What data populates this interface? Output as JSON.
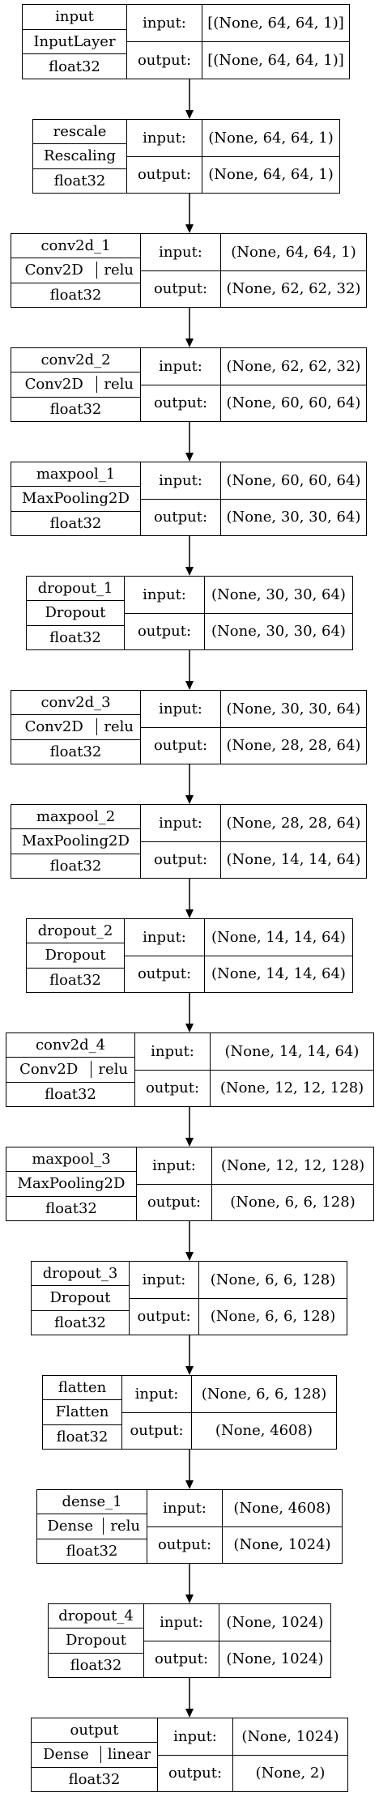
{
  "labels": {
    "input": "input:",
    "output": "output:"
  },
  "layers": [
    {
      "name": "input",
      "cls": "InputLayer",
      "act": "",
      "dtype": "float32",
      "in": "[(None, 64, 64, 1)]",
      "out": "[(None, 64, 64, 1)]"
    },
    {
      "name": "rescale",
      "cls": "Rescaling",
      "act": "",
      "dtype": "float32",
      "in": "(None, 64, 64, 1)",
      "out": "(None, 64, 64, 1)"
    },
    {
      "name": "conv2d_1",
      "cls": "Conv2D",
      "act": "relu",
      "dtype": "float32",
      "in": "(None, 64, 64, 1)",
      "out": "(None, 62, 62, 32)"
    },
    {
      "name": "conv2d_2",
      "cls": "Conv2D",
      "act": "relu",
      "dtype": "float32",
      "in": "(None, 62, 62, 32)",
      "out": "(None, 60, 60, 64)"
    },
    {
      "name": "maxpool_1",
      "cls": "MaxPooling2D",
      "act": "",
      "dtype": "float32",
      "in": "(None, 60, 60, 64)",
      "out": "(None, 30, 30, 64)"
    },
    {
      "name": "dropout_1",
      "cls": "Dropout",
      "act": "",
      "dtype": "float32",
      "in": "(None, 30, 30, 64)",
      "out": "(None, 30, 30, 64)"
    },
    {
      "name": "conv2d_3",
      "cls": "Conv2D",
      "act": "relu",
      "dtype": "float32",
      "in": "(None, 30, 30, 64)",
      "out": "(None, 28, 28, 64)"
    },
    {
      "name": "maxpool_2",
      "cls": "MaxPooling2D",
      "act": "",
      "dtype": "float32",
      "in": "(None, 28, 28, 64)",
      "out": "(None, 14, 14, 64)"
    },
    {
      "name": "dropout_2",
      "cls": "Dropout",
      "act": "",
      "dtype": "float32",
      "in": "(None, 14, 14, 64)",
      "out": "(None, 14, 14, 64)"
    },
    {
      "name": "conv2d_4",
      "cls": "Conv2D",
      "act": "relu",
      "dtype": "float32",
      "in": "(None, 14, 14, 64)",
      "out": "(None, 12, 12, 128)"
    },
    {
      "name": "maxpool_3",
      "cls": "MaxPooling2D",
      "act": "",
      "dtype": "float32",
      "in": "(None, 12, 12, 128)",
      "out": "(None, 6, 6, 128)"
    },
    {
      "name": "dropout_3",
      "cls": "Dropout",
      "act": "",
      "dtype": "float32",
      "in": "(None, 6, 6, 128)",
      "out": "(None, 6, 6, 128)"
    },
    {
      "name": "flatten",
      "cls": "Flatten",
      "act": "",
      "dtype": "float32",
      "in": "(None, 6, 6, 128)",
      "out": "(None, 4608)"
    },
    {
      "name": "dense_1",
      "cls": "Dense",
      "act": "relu",
      "dtype": "float32",
      "in": "(None, 4608)",
      "out": "(None, 1024)"
    },
    {
      "name": "dropout_4",
      "cls": "Dropout",
      "act": "",
      "dtype": "float32",
      "in": "(None, 1024)",
      "out": "(None, 1024)"
    },
    {
      "name": "output",
      "cls": "Dense",
      "act": "linear",
      "dtype": "float32",
      "in": "(None, 1024)",
      "out": "(None, 2)"
    }
  ]
}
